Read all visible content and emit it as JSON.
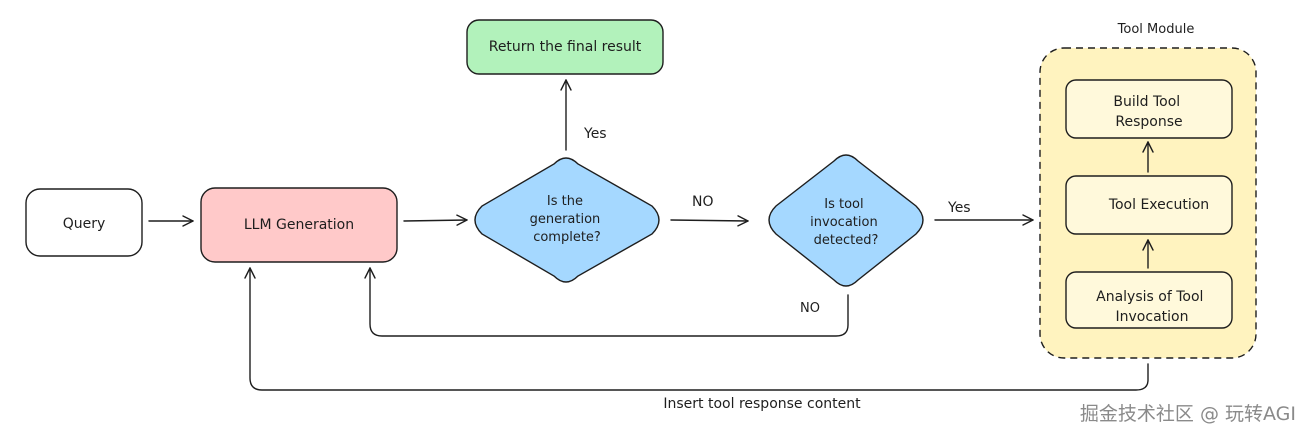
{
  "nodes": {
    "query": "Query",
    "llm_generation": "LLM Generation",
    "return_result": "Return the final result",
    "is_complete": [
      "Is the",
      "generation",
      "complete?"
    ],
    "is_tool_detected": [
      "Is tool",
      "invocation",
      "detected?"
    ],
    "build_tool_response": [
      "Build Tool",
      "Response"
    ],
    "tool_execution": "Tool Execution",
    "analysis_tool_invocation": [
      "Analysis of Tool",
      "Invocation"
    ]
  },
  "group": {
    "tool_module_title": "Tool Module"
  },
  "edges": {
    "yes_to_return": "Yes",
    "no_to_tool_check": "NO",
    "yes_to_tool_module": "Yes",
    "no_back_to_llm": "NO",
    "insert_tool_response": "Insert tool response content"
  },
  "watermark": "掘金技术社区 @ 玩转AGI",
  "colors": {
    "query_fill": "#ffffff",
    "llm_fill": "#ffc9c9",
    "return_fill": "#b2f2bb",
    "decision_fill": "#a5d8ff",
    "module_fill": "#fff3bf",
    "module_box_fill": "#fff9db",
    "stroke": "#1e1e1e"
  }
}
